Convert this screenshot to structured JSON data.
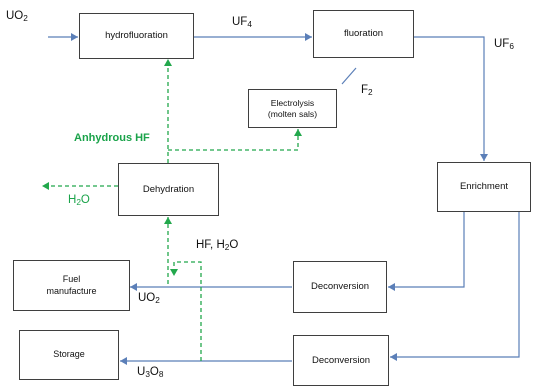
{
  "boxes": {
    "hydrofluoration": "hydrofluoration",
    "fluoration": "fluoration",
    "electrolysis_line1": "Electrolysis",
    "electrolysis_line2": "(molten sals)",
    "dehydration": "Dehydration",
    "enrichment": "Enrichment",
    "deconversion_upper": "Deconversion",
    "deconversion_lower": "Deconversion",
    "fuel_line1": "Fuel",
    "fuel_line2": "manufacture",
    "storage": "Storage"
  },
  "labels": {
    "uo2_input": {
      "base": "UO",
      "sub": "2"
    },
    "uf4": {
      "base": "UF",
      "sub": "4"
    },
    "uf6": {
      "base": "UF",
      "sub": "6"
    },
    "f2": {
      "base": "F",
      "sub": "2"
    },
    "anhydrous_hf": "Anhydrous HF",
    "h2o_out": {
      "base": "H",
      "sub": "2",
      "tail": "O"
    },
    "hf_h2o": {
      "base": "HF, H",
      "sub": "2",
      "tail": "O"
    },
    "uo2_fuel": {
      "base": "UO",
      "sub": "2"
    },
    "u3o8": {
      "base1": "U",
      "sub1": "3",
      "base2": "O",
      "sub2": "8"
    }
  },
  "colors": {
    "flow_line": "#5b7fb8",
    "recycle_line": "#22a84c",
    "box_border": "#3f3f3f"
  }
}
